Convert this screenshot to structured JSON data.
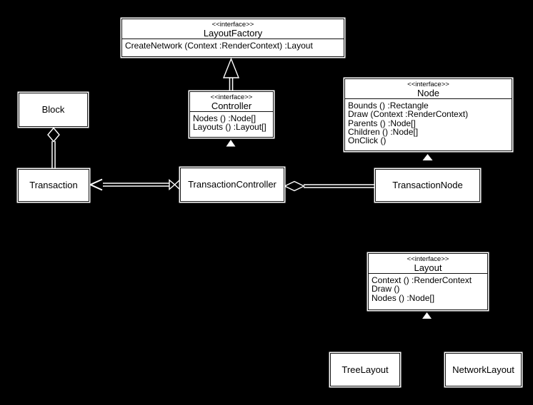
{
  "colors": {
    "background": "#000000",
    "box_fill": "#ffffff",
    "box_text": "#000000",
    "edge": "#ffffff"
  },
  "classes": {
    "layout_factory": {
      "stereotype": "<<interface>>",
      "name": "LayoutFactory",
      "methods": [
        "CreateNetwork (Context :RenderContext) :Layout"
      ]
    },
    "controller": {
      "stereotype": "<<interface>>",
      "name": "Controller",
      "methods": [
        "Nodes () :Node[]",
        "Layouts () :Layout[]"
      ]
    },
    "node": {
      "stereotype": "<<interface>>",
      "name": "Node",
      "methods": [
        "Bounds () :Rectangle",
        "Draw (Context :RenderContext)",
        "Parents () :Node[]",
        "Children () :Node[]",
        "OnClick ()"
      ]
    },
    "layout": {
      "stereotype": "<<interface>>",
      "name": "Layout",
      "methods": [
        "Context () :RenderContext",
        "Draw ()",
        "Nodes () :Node[]"
      ]
    },
    "block": {
      "name": "Block"
    },
    "transaction": {
      "name": "Transaction"
    },
    "transaction_controller": {
      "name": "TransactionController"
    },
    "transaction_node": {
      "name": "TransactionNode"
    },
    "tree_layout": {
      "name": "TreeLayout"
    },
    "network_layout": {
      "name": "NetworkLayout"
    }
  },
  "relationships": [
    {
      "type": "generalization",
      "from": "Controller",
      "to": "LayoutFactory"
    },
    {
      "type": "realization",
      "from": "TransactionController",
      "to": "Controller"
    },
    {
      "type": "realization",
      "from": "TransactionNode",
      "to": "Node"
    },
    {
      "type": "realization",
      "from": "TreeLayout",
      "to": "Layout"
    },
    {
      "type": "realization",
      "from": "NetworkLayout",
      "to": "Layout"
    },
    {
      "type": "aggregation",
      "owner": "Block",
      "part": "Transaction"
    },
    {
      "type": "aggregation",
      "owner": "TransactionController",
      "part": "TransactionNode"
    },
    {
      "type": "directed-association",
      "from": "TransactionController",
      "to": "Transaction"
    }
  ]
}
